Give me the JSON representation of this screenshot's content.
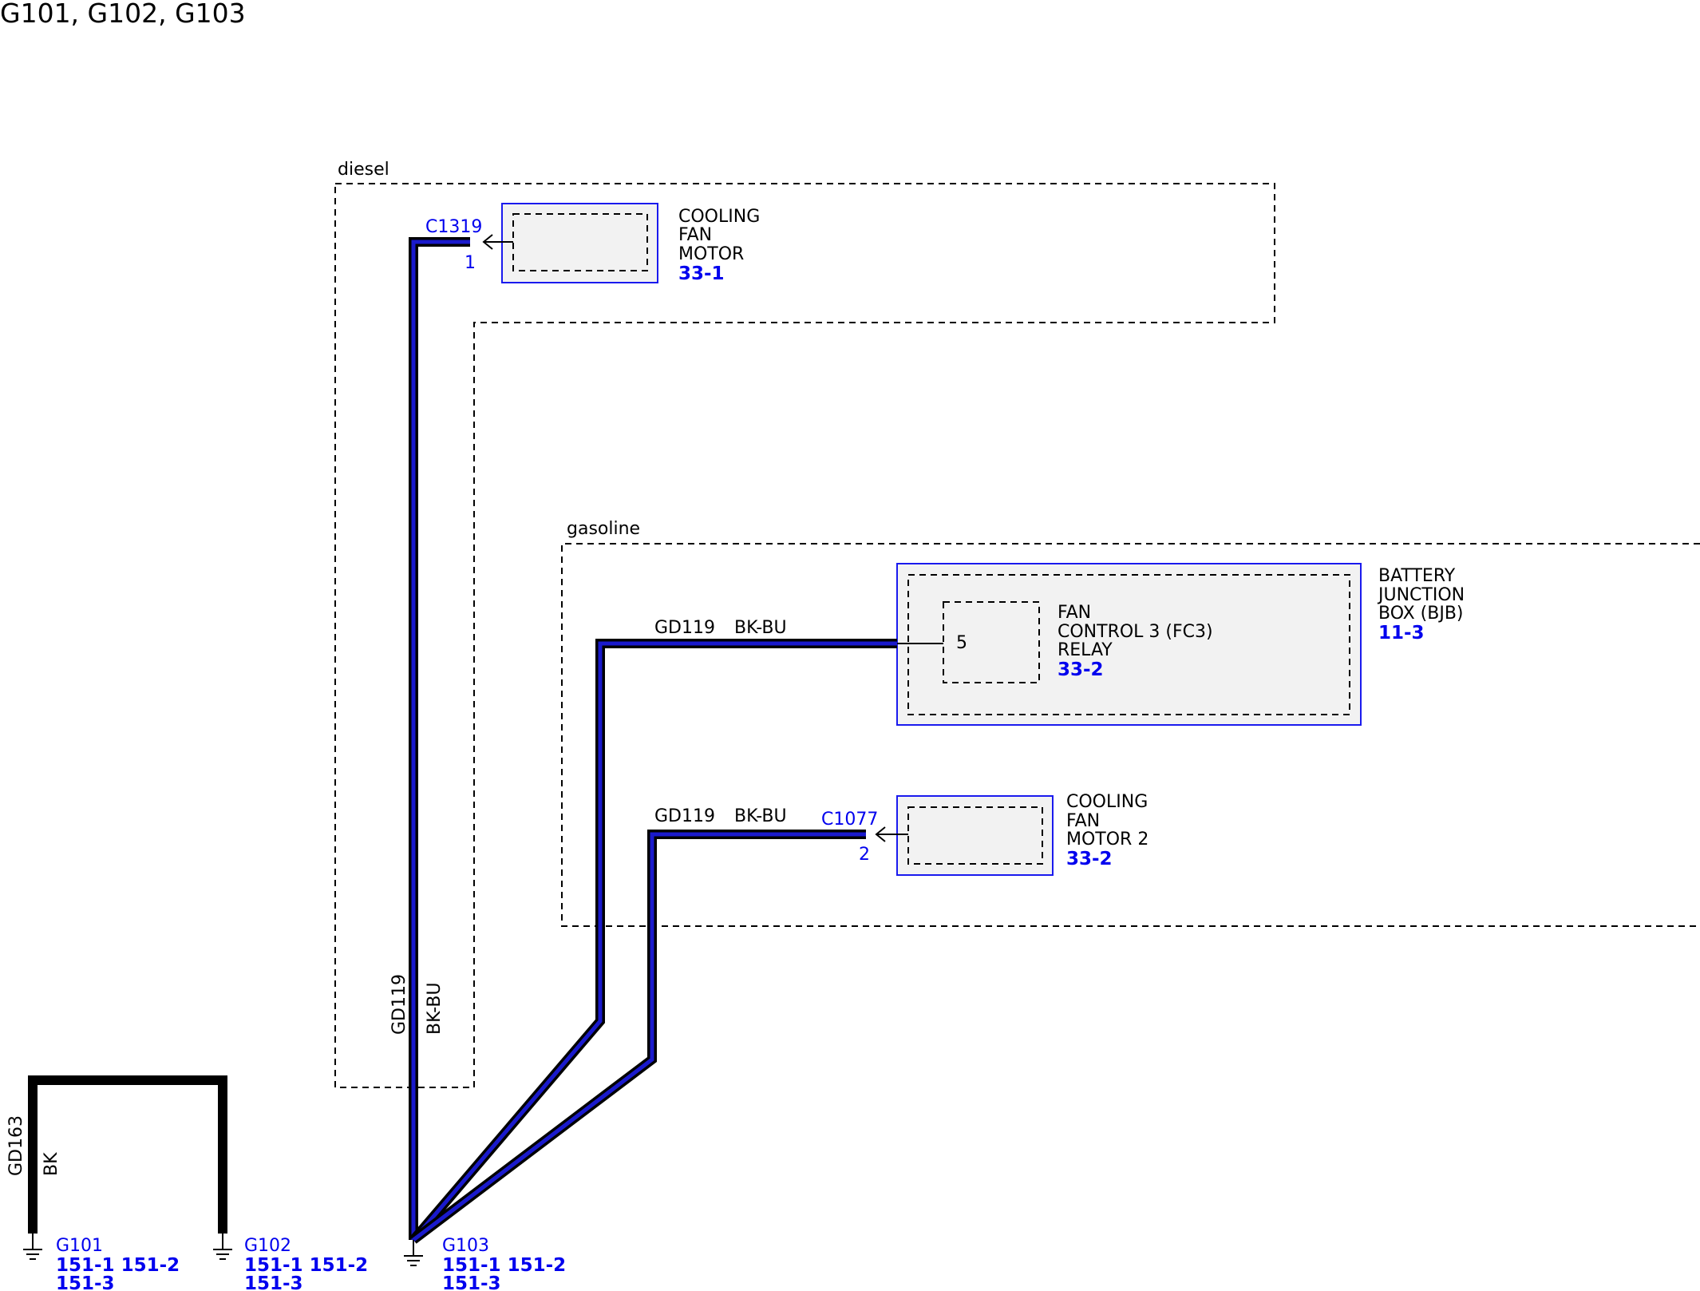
{
  "title": "G101, G102, G103",
  "zones": {
    "diesel": "diesel",
    "gasoline": "gasoline"
  },
  "components": {
    "cooling_fan_motor": {
      "lines": [
        "COOLING",
        "FAN",
        "MOTOR"
      ],
      "ref": "33-1",
      "connector": "C1319",
      "pin": "1"
    },
    "bjb": {
      "lines": [
        "BATTERY",
        "JUNCTION",
        "BOX (BJB)"
      ],
      "ref": "11-3"
    },
    "fc3_relay": {
      "lines": [
        "FAN",
        "CONTROL 3 (FC3)",
        "RELAY"
      ],
      "ref": "33-2",
      "pin": "5"
    },
    "cooling_fan_motor_2": {
      "lines": [
        "COOLING",
        "FAN",
        "MOTOR 2"
      ],
      "ref": "33-2",
      "connector": "C1077",
      "pin": "2"
    }
  },
  "wires": {
    "w1": {
      "circuit": "GD119",
      "color": "BK-BU"
    },
    "w2": {
      "circuit": "GD119",
      "color": "BK-BU"
    },
    "w3": {
      "circuit": "GD119",
      "color": "BK-BU"
    },
    "w4": {
      "circuit": "GD163",
      "color": "BK"
    }
  },
  "grounds": [
    {
      "name": "G101",
      "refs_line1": "151-1 151-2",
      "refs_line2": "151-3"
    },
    {
      "name": "G102",
      "refs_line1": "151-1 151-2",
      "refs_line2": "151-3"
    },
    {
      "name": "G103",
      "refs_line1": "151-1 151-2",
      "refs_line2": "151-3"
    }
  ],
  "colors": {
    "ref_blue": "#0000ee",
    "box_border": "#1a1aee",
    "wire_stripe": "#1a1acc",
    "component_fill": "#f2f2f2"
  }
}
